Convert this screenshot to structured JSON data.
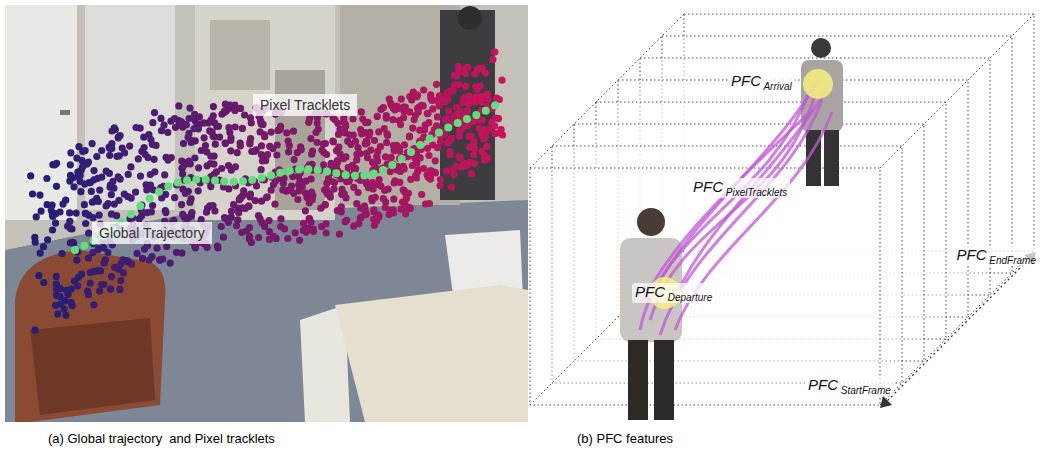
{
  "diagram": {
    "labels": [
      "Pixel Tracklets",
      "Global Trajectory",
      "PFC Arrival",
      "PFC PixelTracklets",
      "PFC Departure",
      "PFC EndFrame",
      "PFC StartFrame",
      "(a) Global trajectory  and Pixel tracklets",
      "(b) PFC features"
    ]
  }
}
